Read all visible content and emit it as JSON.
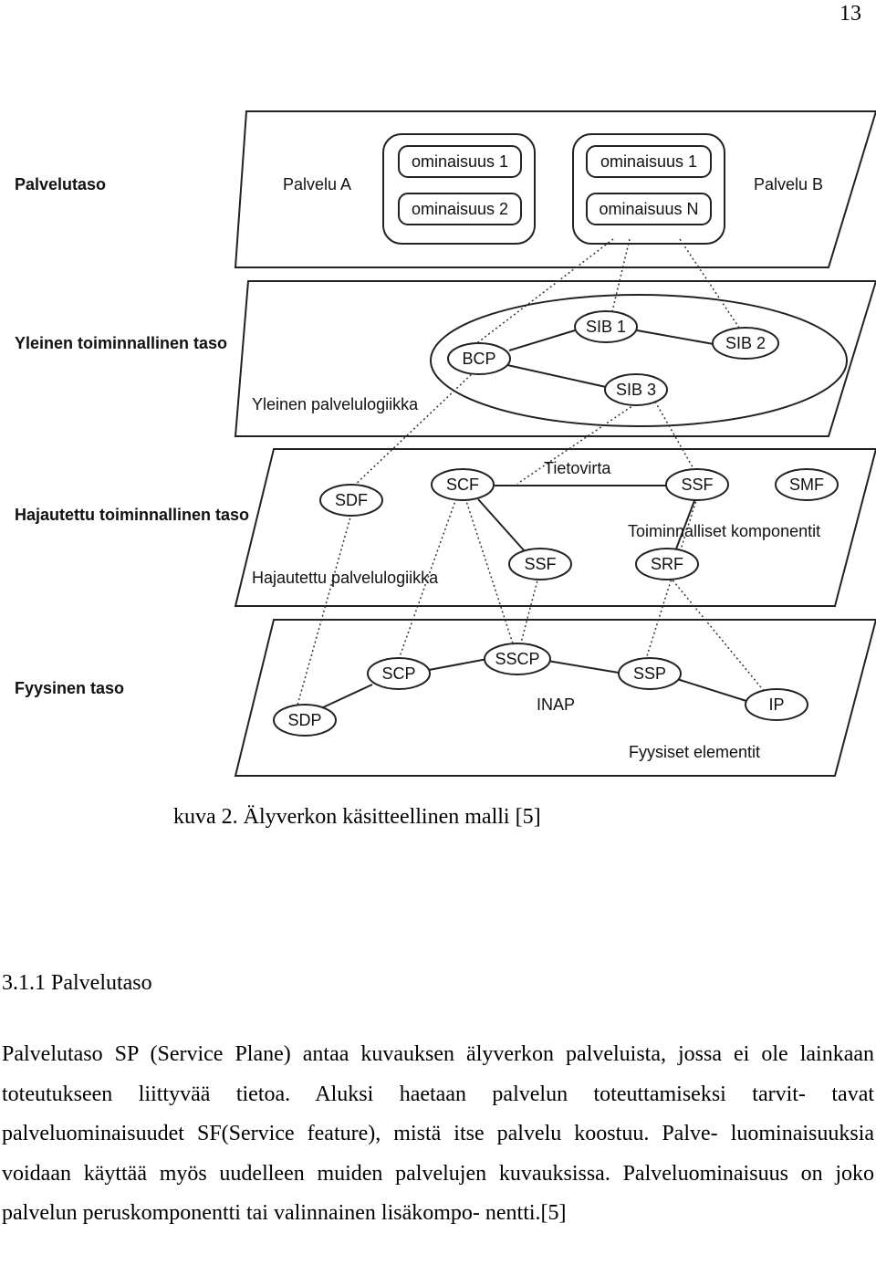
{
  "page": {
    "number": "13"
  },
  "figure": {
    "layers": {
      "palvelutaso": "Palvelutaso",
      "yleinen": "Yleinen toiminnallinen taso",
      "hajautettu": "Hajautettu toiminnallinen taso",
      "fyysinen": "Fyysinen taso"
    },
    "service_plane": {
      "service_a": "Palvelu A",
      "service_b": "Palvelu B",
      "a_features": [
        "ominaisuus 1",
        "ominaisuus 2"
      ],
      "b_features": [
        "ominaisuus 1",
        "ominaisuus N"
      ]
    },
    "global_plane": {
      "logic_label": "Yleinen palvelulogiikka",
      "nodes": {
        "bcp": "BCP",
        "sib1": "SIB 1",
        "sib2": "SIB 2",
        "sib3": "SIB 3"
      }
    },
    "distributed_plane": {
      "flow_label": "Tietovirta",
      "components_label": "Toiminnalliset komponentit",
      "logic_label": "Hajautettu palvelulogiikka",
      "nodes": {
        "sdf": "SDF",
        "scf": "SCF",
        "ssf_top": "SSF",
        "smf": "SMF",
        "ssf_bottom": "SSF",
        "srf": "SRF"
      }
    },
    "physical_plane": {
      "protocol_label": "INAP",
      "elements_label": "Fyysiset elementit",
      "nodes": {
        "sdp": "SDP",
        "scp": "SCP",
        "sscp": "SSCP",
        "ssp": "SSP",
        "ip": "IP"
      }
    }
  },
  "caption": "kuva 2. Älyverkon käsitteellinen malli [5]",
  "section": {
    "heading": "3.1.1 Palvelutaso"
  },
  "paragraph": [
    "Palvelutaso SP (Service Plane) antaa kuvauksen älyverkon palveluista, jossa ei ole",
    "lainkaan toteutukseen liittyvää tietoa. Aluksi haetaan palvelun toteuttamiseksi tarvit-",
    "tavat palveluominaisuudet SF(Service feature), mistä itse palvelu koostuu. Palve-",
    "luominaisuuksia voidaan käyttää myös uudelleen muiden palvelujen kuvauksissa.",
    "Palveluominaisuus on joko palvelun peruskomponentti tai valinnainen lisäkompo-",
    "nentti.[5]"
  ]
}
